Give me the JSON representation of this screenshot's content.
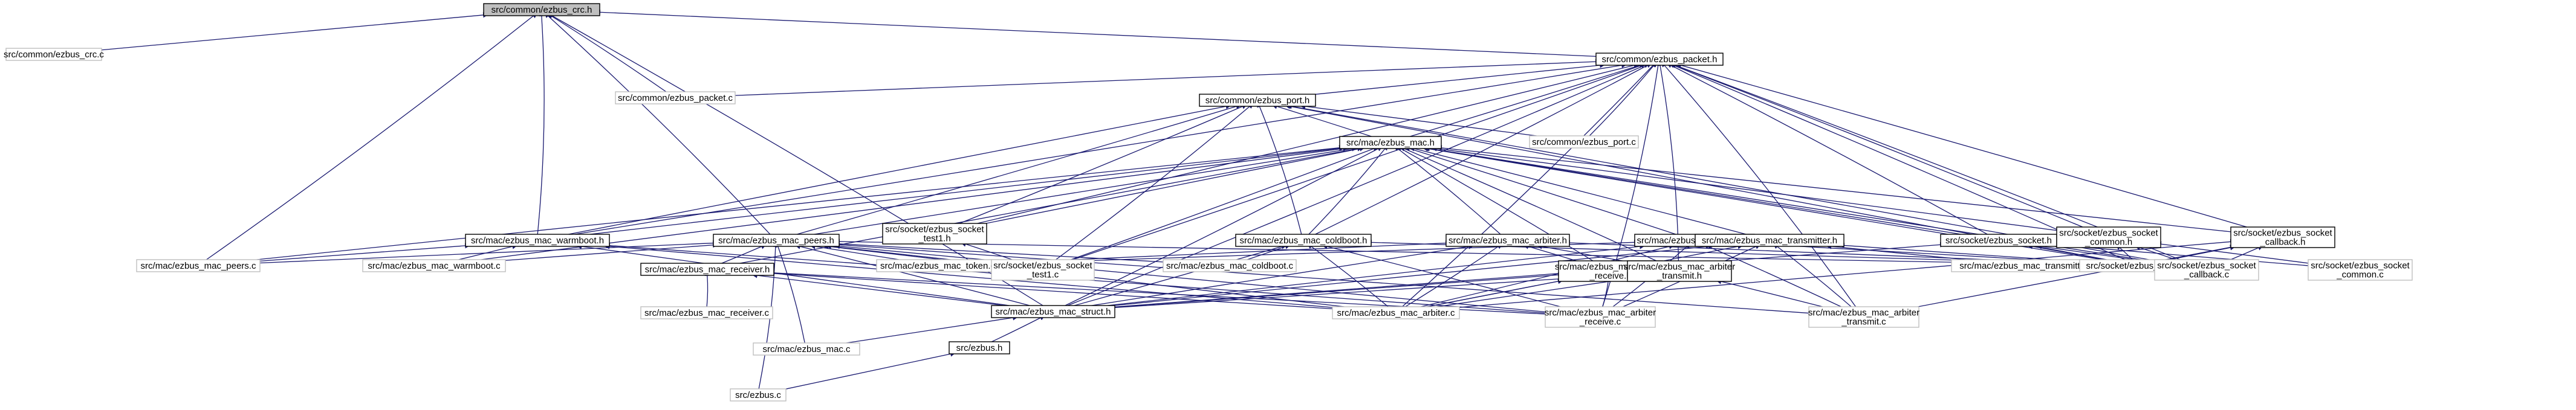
{
  "colors": {
    "edge": "#191970",
    "root_fill": "#bfbfbf",
    "node_border": "#000000",
    "leaf_border": "#bfbfbf"
  },
  "chart_data": {
    "type": "diagram",
    "nodes": [
      {
        "id": "crc_h",
        "lines": [
          "src/common/ezbus_crc.h"
        ],
        "root": true
      },
      {
        "id": "crc_c",
        "lines": [
          "src/common/ezbus_crc.c"
        ]
      },
      {
        "id": "packet_h",
        "lines": [
          "src/common/ezbus_packet.h"
        ]
      },
      {
        "id": "packet_c",
        "lines": [
          "src/common/ezbus_packet.c"
        ]
      },
      {
        "id": "port_h",
        "lines": [
          "src/common/ezbus_port.h"
        ]
      },
      {
        "id": "port_c",
        "lines": [
          "src/common/ezbus_port.c"
        ]
      },
      {
        "id": "mac_h",
        "lines": [
          "src/mac/ezbus_mac.h"
        ]
      },
      {
        "id": "sock_test1_h",
        "lines": [
          "src/socket/ezbus_socket",
          "_test1.h"
        ]
      },
      {
        "id": "warmboot_h",
        "lines": [
          "src/mac/ezbus_mac_warmboot.h"
        ]
      },
      {
        "id": "peers_h",
        "lines": [
          "src/mac/ezbus_mac_peers.h"
        ]
      },
      {
        "id": "coldboot_h",
        "lines": [
          "src/mac/ezbus_mac_coldboot.h"
        ]
      },
      {
        "id": "arbiter_h",
        "lines": [
          "src/mac/ezbus_mac_arbiter.h"
        ]
      },
      {
        "id": "token_h",
        "lines": [
          "src/mac/ezbus_mac_token.h"
        ]
      },
      {
        "id": "transmitter_h",
        "lines": [
          "src/mac/ezbus_mac_transmitter.h"
        ]
      },
      {
        "id": "socket_h",
        "lines": [
          "src/socket/ezbus_socket.h"
        ]
      },
      {
        "id": "sock_common_h",
        "lines": [
          "src/socket/ezbus_socket",
          "_common.h"
        ]
      },
      {
        "id": "sock_callback_h",
        "lines": [
          "src/socket/ezbus_socket",
          "_callback.h"
        ]
      },
      {
        "id": "peers_c",
        "lines": [
          "src/mac/ezbus_mac_peers.c"
        ]
      },
      {
        "id": "warmboot_c",
        "lines": [
          "src/mac/ezbus_mac_warmboot.c"
        ]
      },
      {
        "id": "receiver_h",
        "lines": [
          "src/mac/ezbus_mac_receiver.h"
        ]
      },
      {
        "id": "token_c",
        "lines": [
          "src/mac/ezbus_mac_token.c"
        ]
      },
      {
        "id": "sock_test1_c",
        "lines": [
          "src/socket/ezbus_socket",
          "_test1.c"
        ]
      },
      {
        "id": "coldboot_c",
        "lines": [
          "src/mac/ezbus_mac_coldboot.c"
        ]
      },
      {
        "id": "arb_receive_h",
        "lines": [
          "src/mac/ezbus_mac_arbiter",
          "_receive.h"
        ]
      },
      {
        "id": "arb_transmit_h",
        "lines": [
          "src/mac/ezbus_mac_arbiter",
          "_transmit.h"
        ]
      },
      {
        "id": "transmitter_c",
        "lines": [
          "src/mac/ezbus_mac_transmitter.c"
        ]
      },
      {
        "id": "socket_c",
        "lines": [
          "src/socket/ezbus_socket.c"
        ]
      },
      {
        "id": "sock_callback_c",
        "lines": [
          "src/socket/ezbus_socket",
          "_callback.c"
        ]
      },
      {
        "id": "sock_common_c",
        "lines": [
          "src/socket/ezbus_socket",
          "_common.c"
        ]
      },
      {
        "id": "receiver_c",
        "lines": [
          "src/mac/ezbus_mac_receiver.c"
        ]
      },
      {
        "id": "struct_h",
        "lines": [
          "src/mac/ezbus_mac_struct.h"
        ]
      },
      {
        "id": "arbiter_c",
        "lines": [
          "src/mac/ezbus_mac_arbiter.c"
        ]
      },
      {
        "id": "arb_receive_c",
        "lines": [
          "src/mac/ezbus_mac_arbiter",
          "_receive.c"
        ]
      },
      {
        "id": "arb_transmit_c",
        "lines": [
          "src/mac/ezbus_mac_arbiter",
          "_transmit.c"
        ]
      },
      {
        "id": "mac_c",
        "lines": [
          "src/mac/ezbus_mac.c"
        ]
      },
      {
        "id": "ezbus_h",
        "lines": [
          "src/ezbus.h"
        ]
      },
      {
        "id": "ezbus_c",
        "lines": [
          "src/ezbus.c"
        ]
      }
    ],
    "edges": [
      [
        "crc_h",
        "crc_c"
      ],
      [
        "crc_h",
        "packet_h"
      ],
      [
        "crc_h",
        "packet_c"
      ],
      [
        "crc_h",
        "warmboot_h"
      ],
      [
        "crc_h",
        "peers_h"
      ],
      [
        "crc_h",
        "peers_c"
      ],
      [
        "crc_h",
        "struct_h"
      ],
      [
        "packet_h",
        "packet_c"
      ],
      [
        "packet_h",
        "port_h"
      ],
      [
        "packet_h",
        "port_c"
      ],
      [
        "packet_h",
        "mac_h"
      ],
      [
        "packet_h",
        "warmboot_h"
      ],
      [
        "packet_h",
        "sock_test1_h"
      ],
      [
        "packet_h",
        "coldboot_h"
      ],
      [
        "packet_h",
        "arb_transmit_h"
      ],
      [
        "packet_h",
        "socket_h"
      ],
      [
        "packet_h",
        "sock_common_h"
      ],
      [
        "packet_h",
        "sock_callback_h"
      ],
      [
        "packet_h",
        "socket_c"
      ],
      [
        "packet_h",
        "sock_callback_c"
      ],
      [
        "packet_h",
        "struct_h"
      ],
      [
        "packet_h",
        "arb_receive_c"
      ],
      [
        "packet_h",
        "arb_transmit_c"
      ],
      [
        "packet_h",
        "sock_test1_c"
      ],
      [
        "packet_h",
        "arbiter_c"
      ],
      [
        "port_h",
        "port_c"
      ],
      [
        "port_h",
        "mac_h"
      ],
      [
        "port_h",
        "sock_test1_h"
      ],
      [
        "port_h",
        "warmboot_h"
      ],
      [
        "port_h",
        "peers_h"
      ],
      [
        "port_h",
        "coldboot_h"
      ],
      [
        "port_h",
        "sock_test1_c"
      ],
      [
        "port_h",
        "socket_c"
      ],
      [
        "port_h",
        "sock_callback_c"
      ],
      [
        "mac_h",
        "sock_test1_h"
      ],
      [
        "mac_h",
        "warmboot_h"
      ],
      [
        "mac_h",
        "peers_h"
      ],
      [
        "mac_h",
        "coldboot_h"
      ],
      [
        "mac_h",
        "arbiter_h"
      ],
      [
        "mac_h",
        "token_h"
      ],
      [
        "mac_h",
        "transmitter_h"
      ],
      [
        "mac_h",
        "socket_h"
      ],
      [
        "mac_h",
        "sock_common_h"
      ],
      [
        "mac_h",
        "sock_callback_h"
      ],
      [
        "mac_h",
        "peers_c"
      ],
      [
        "mac_h",
        "warmboot_c"
      ],
      [
        "mac_h",
        "receiver_h"
      ],
      [
        "mac_h",
        "arb_receive_h"
      ],
      [
        "mac_h",
        "arb_transmit_h"
      ],
      [
        "mac_h",
        "socket_c"
      ],
      [
        "mac_h",
        "sock_callback_c"
      ],
      [
        "mac_h",
        "struct_h"
      ],
      [
        "mac_h",
        "sock_test1_c"
      ],
      [
        "sock_test1_h",
        "sock_test1_c"
      ],
      [
        "warmboot_h",
        "warmboot_c"
      ],
      [
        "warmboot_h",
        "peers_c"
      ],
      [
        "warmboot_h",
        "struct_h"
      ],
      [
        "warmboot_h",
        "arbiter_c"
      ],
      [
        "warmboot_h",
        "arb_receive_c"
      ],
      [
        "peers_h",
        "peers_c"
      ],
      [
        "peers_h",
        "warmboot_c"
      ],
      [
        "peers_h",
        "receiver_h"
      ],
      [
        "peers_h",
        "token_c"
      ],
      [
        "peers_h",
        "sock_test1_c"
      ],
      [
        "peers_h",
        "coldboot_c"
      ],
      [
        "peers_h",
        "socket_c"
      ],
      [
        "peers_h",
        "struct_h"
      ],
      [
        "peers_h",
        "arbiter_c"
      ],
      [
        "peers_h",
        "arb_receive_c"
      ],
      [
        "peers_h",
        "arb_transmit_c"
      ],
      [
        "peers_h",
        "mac_c"
      ],
      [
        "peers_h",
        "ezbus_c"
      ],
      [
        "coldboot_h",
        "coldboot_c"
      ],
      [
        "coldboot_h",
        "struct_h"
      ],
      [
        "coldboot_h",
        "arbiter_c"
      ],
      [
        "coldboot_h",
        "arb_receive_c"
      ],
      [
        "coldboot_h",
        "socket_c"
      ],
      [
        "arbiter_h",
        "arbiter_c"
      ],
      [
        "arbiter_h",
        "struct_h"
      ],
      [
        "arbiter_h",
        "arb_receive_h"
      ],
      [
        "arbiter_h",
        "arb_transmit_h"
      ],
      [
        "arbiter_h",
        "socket_c"
      ],
      [
        "arbiter_h",
        "token_c"
      ],
      [
        "token_h",
        "token_c"
      ],
      [
        "token_h",
        "struct_h"
      ],
      [
        "token_h",
        "arbiter_c"
      ],
      [
        "token_h",
        "arb_receive_c"
      ],
      [
        "token_h",
        "arb_transmit_c"
      ],
      [
        "token_h",
        "socket_c"
      ],
      [
        "transmitter_h",
        "transmitter_c"
      ],
      [
        "transmitter_h",
        "struct_h"
      ],
      [
        "transmitter_h",
        "arbiter_c"
      ],
      [
        "transmitter_h",
        "arb_receive_c"
      ],
      [
        "transmitter_h",
        "arb_transmit_c"
      ],
      [
        "transmitter_h",
        "socket_c"
      ],
      [
        "socket_h",
        "socket_c"
      ],
      [
        "socket_h",
        "sock_callback_c"
      ],
      [
        "socket_h",
        "sock_common_c"
      ],
      [
        "socket_h",
        "struct_h"
      ],
      [
        "sock_common_h",
        "socket_c"
      ],
      [
        "sock_common_h",
        "sock_callback_c"
      ],
      [
        "sock_common_h",
        "sock_common_c"
      ],
      [
        "sock_callback_h",
        "sock_callback_c"
      ],
      [
        "sock_callback_h",
        "socket_c"
      ],
      [
        "sock_callback_h",
        "arbiter_c"
      ],
      [
        "sock_callback_h",
        "arb_transmit_c"
      ],
      [
        "receiver_h",
        "receiver_c"
      ],
      [
        "receiver_h",
        "struct_h"
      ],
      [
        "receiver_h",
        "arbiter_c"
      ],
      [
        "receiver_h",
        "arb_receive_c"
      ],
      [
        "arb_receive_h",
        "arb_receive_c"
      ],
      [
        "arb_receive_h",
        "arbiter_c"
      ],
      [
        "arb_receive_h",
        "struct_h"
      ],
      [
        "arb_transmit_h",
        "arb_transmit_c"
      ],
      [
        "arb_transmit_h",
        "arbiter_c"
      ],
      [
        "arb_transmit_h",
        "struct_h"
      ],
      [
        "struct_h",
        "mac_c"
      ],
      [
        "struct_h",
        "ezbus_h"
      ],
      [
        "ezbus_h",
        "ezbus_c"
      ]
    ]
  }
}
